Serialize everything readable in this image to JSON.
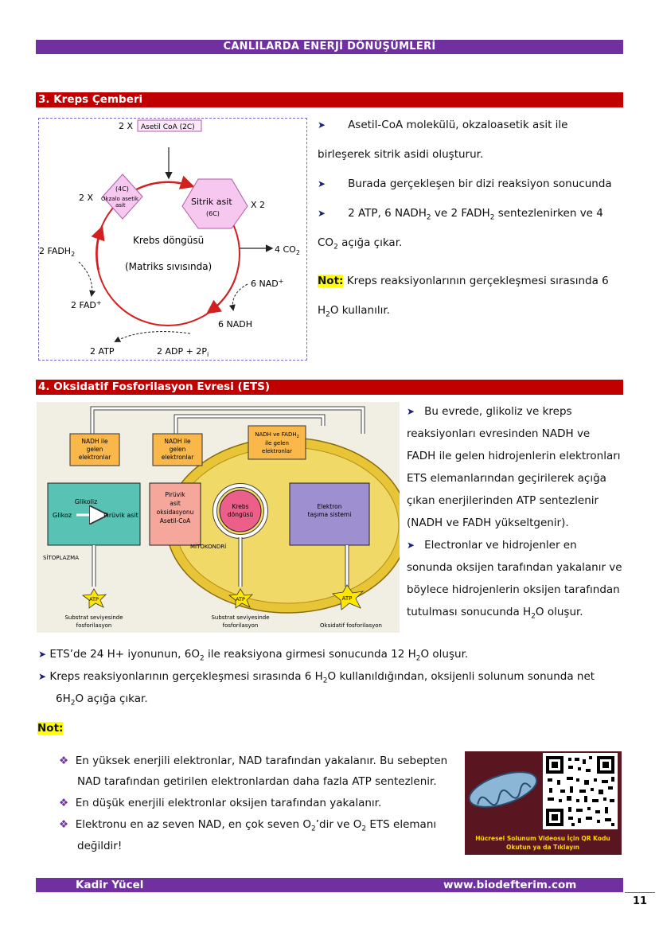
{
  "header": {
    "title": "CANLILARDA ENERJİ DÖNÜŞÜMLERİ"
  },
  "section3": {
    "title": "3. Kreps Çemberi",
    "diagram": {
      "acetyl_mult": "2 X",
      "acetyl": "Asetil CoA (2C)",
      "oxalo_mult": "2 X",
      "oxalo_c": "(4C)",
      "oxalo_l1": "Okzalo asetik",
      "oxalo_l2": "asit",
      "citric_l1": "Sitrik asit",
      "citric_c": "(6C)",
      "citric_mult": "X 2",
      "cycle_title": "Krebs döngüsü",
      "cycle_sub": "(Matriks sıvısında)",
      "fadh2": "2 FADH",
      "fadh2_sub": "2",
      "co2": "4 CO",
      "co2_sub": "2",
      "nad": "6 NAD",
      "nad_sup": "+",
      "fad": "2 FAD",
      "fad_sup": "+",
      "nadh": "6 NADH",
      "atp": "2 ATP",
      "adp": "2 ADP + 2P",
      "adp_sub": "i"
    },
    "p1a": "Asetil-CoA molekülü, okzaloasetik asit ile",
    "p1b": "birleşerek sitrik asidi oluşturur.",
    "p2": "Burada gerçekleşen bir dizi reaksiyon sonucunda",
    "p3a": "2 ATP, 6 NADH",
    "p3b": " ve 2 FADH",
    "p3c": " sentezlenirken ve 4",
    "p4a": "CO",
    "p4b": " açığa çıkar.",
    "note_label": "Not:",
    "note_a": " Kreps reaksiyonlarının gerçekleşmesi sırasında 6",
    "note_b1": "H",
    "note_b2": "O kullanılır."
  },
  "section4": {
    "title": "4. Oksidatif Fosforilasyon Evresi (ETS)",
    "diagram": {
      "nadh1_l1": "NADH ile",
      "nadh1_l2": "gelen",
      "nadh1_l3": "elektronlar",
      "nadh2_l1": "NADH ile",
      "nadh2_l2": "gelen",
      "nadh2_l3": "elektronlar",
      "nadhf_l1": "NADH ve FADH",
      "nadhf_sub": "2",
      "nadhf_l2": "ile gelen",
      "nadhf_l3": "elektronlar",
      "glycolysis": "Glikoliz",
      "glucose": "Glikoz",
      "pyruvic": "Pirüvik asit",
      "pyr_l1": "Pirüvik",
      "pyr_l2": "asit",
      "pyr_l3": "oksidasyonu",
      "pyr_l4": "Asetil-CoA",
      "krebs_l1": "Krebs",
      "krebs_l2": "döngüsü",
      "ets_l1": "Elektron",
      "ets_l2": "taşıma sistemi",
      "mito": "MİTOKONDRİ",
      "cyto": "SİTOPLAZMA",
      "atp": "ATP",
      "sub1_l1": "Substrat seviyesinde",
      "sub1_l2": "fosforilasyon",
      "sub2_l1": "Substrat seviyesinde",
      "sub2_l2": "fosforilasyon",
      "oxphos": "Oksidatif fosforilasyon"
    },
    "r1": "Bu evrede, glikoliz ve kreps",
    "r2": "reaksiyonları evresinden NADH ve",
    "r3": "FADH ile gelen hidrojenlerin elektronları",
    "r4": "ETS elemanlarından geçirilerek açığa",
    "r5": "çıkan enerjilerinden ATP sentezlenir",
    "r6": "(NADH ve FADH yükseltgenir).",
    "r7": "Electronlar ve hidrojenler en",
    "r8": "sonunda oksijen tarafından yakalanır ve",
    "r9": "böylece hidrojenlerin oksijen tarafından",
    "r10a": "tutulması sonucunda H",
    "r10b": "O oluşur."
  },
  "bullets": {
    "b1a": "ETS’de 24 H+ iyonunun, 6O",
    "b1b": " ile reaksiyona girmesi sonucunda 12 H",
    "b1c": "O oluşur.",
    "b2a": "Kreps reaksiyonlarının gerçekleşmesi sırasında 6 H",
    "b2b": "O kullanıldığından, oksijenli solunum sonunda net",
    "b2c": "6H",
    "b2d": "O açığa çıkar."
  },
  "note2": {
    "label": "Not:",
    "n1a": "En yüksek enerjili elektronlar, NAD tarafından yakalanır. Bu sebepten",
    "n1b": "NAD tarafından getirilen elektronlardan daha fazla ATP sentezlenir.",
    "n2": "En düşük enerjili elektronlar oksijen tarafından yakalanır.",
    "n3a": "Elektronu en az seven NAD, en çok seven O",
    "n3b": "’dir ve O",
    "n3c": " ETS elemanı",
    "n3d": "değildir!"
  },
  "qr": {
    "caption1": "Hücresel Solunum Videosu İçin QR Kodu",
    "caption2": "Okutun ya da Tıklayın"
  },
  "footer": {
    "author": "Kadir Yücel",
    "site": "www.biodefterim.com",
    "page": "11"
  },
  "sub2": "2",
  "colors": {
    "purple": "#7030a0",
    "red": "#c00000",
    "highlight": "#ffff00"
  }
}
